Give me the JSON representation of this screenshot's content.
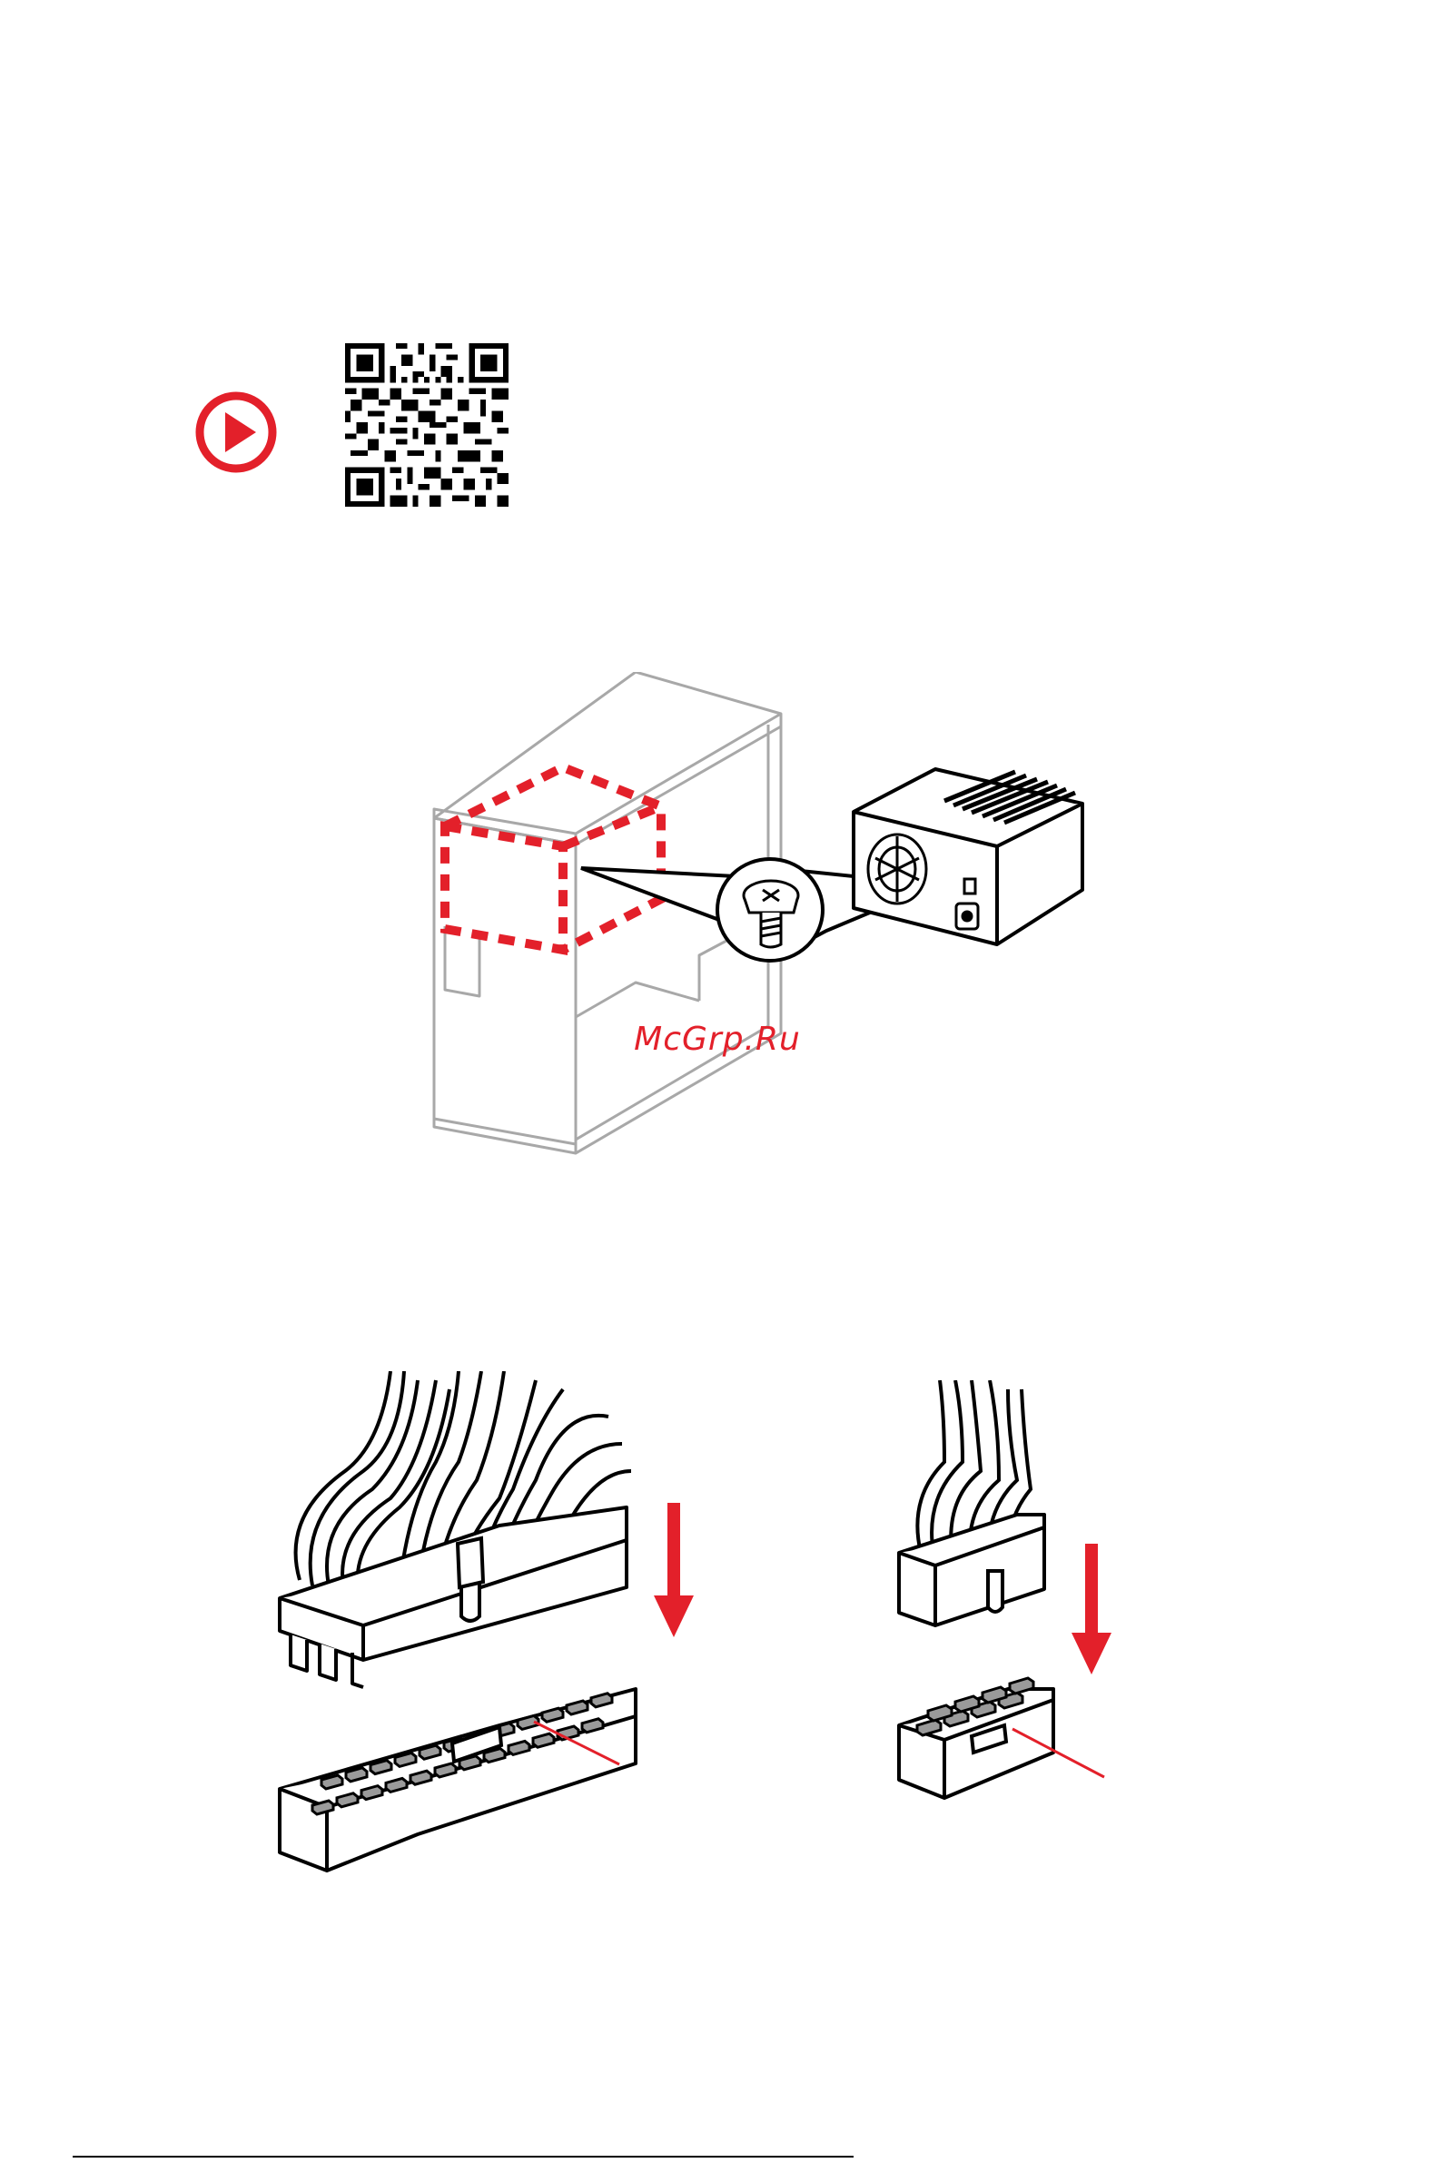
{
  "video_link": {
    "icon": "play-icon",
    "qr_icon": "qr-code-icon"
  },
  "watermark": {
    "text": "McGrp.Ru"
  },
  "colors": {
    "accent_red": "#e3202a",
    "outline_gray": "#a8a8a8",
    "line_black": "#000000"
  },
  "illustrations": [
    {
      "name": "psu-install-illustration"
    },
    {
      "name": "atx-24pin-connector-illustration"
    },
    {
      "name": "cpu-8pin-connector-illustration"
    }
  ]
}
